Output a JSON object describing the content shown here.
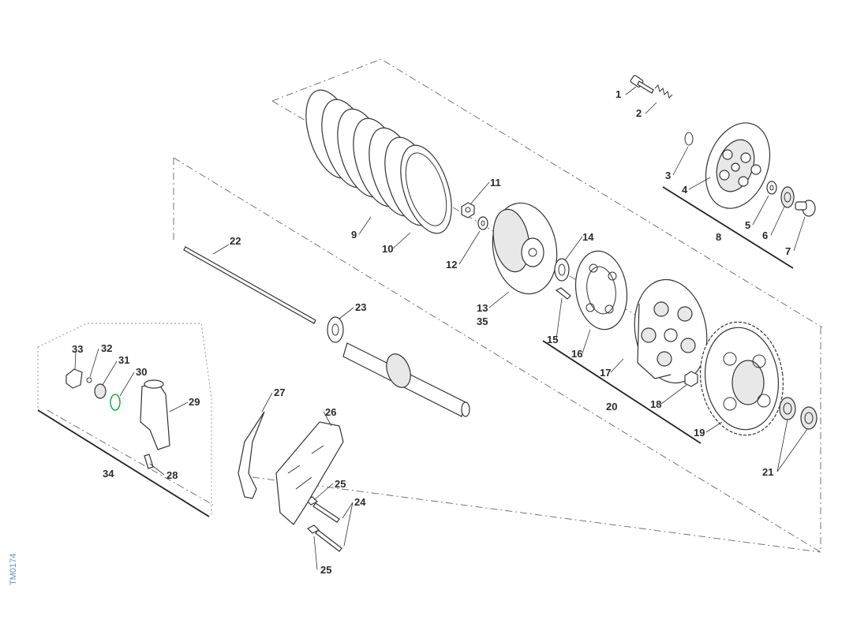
{
  "diagram_code": "TM0174",
  "colors": {
    "line": "#333333",
    "label": "#2a2a2a",
    "code": "#5b8fc7",
    "oring": "#22aa44"
  },
  "labels": {
    "l1": "1",
    "l2": "2",
    "l3": "3",
    "l4": "4",
    "l5": "5",
    "l6": "6",
    "l7": "7",
    "l8": "8",
    "l9": "9",
    "l10": "10",
    "l11": "11",
    "l12": "12",
    "l13": "13",
    "l35": "35",
    "l14": "14",
    "l15": "15",
    "l16": "16",
    "l17": "17",
    "l18": "18",
    "l19": "19",
    "l20": "20",
    "l21": "21",
    "l22": "22",
    "l23": "23",
    "l24": "24",
    "l25a": "25",
    "l25b": "25",
    "l26": "26",
    "l27": "27",
    "l28": "28",
    "l29": "29",
    "l30": "30",
    "l31": "31",
    "l32": "32",
    "l33": "33",
    "l34": "34"
  }
}
